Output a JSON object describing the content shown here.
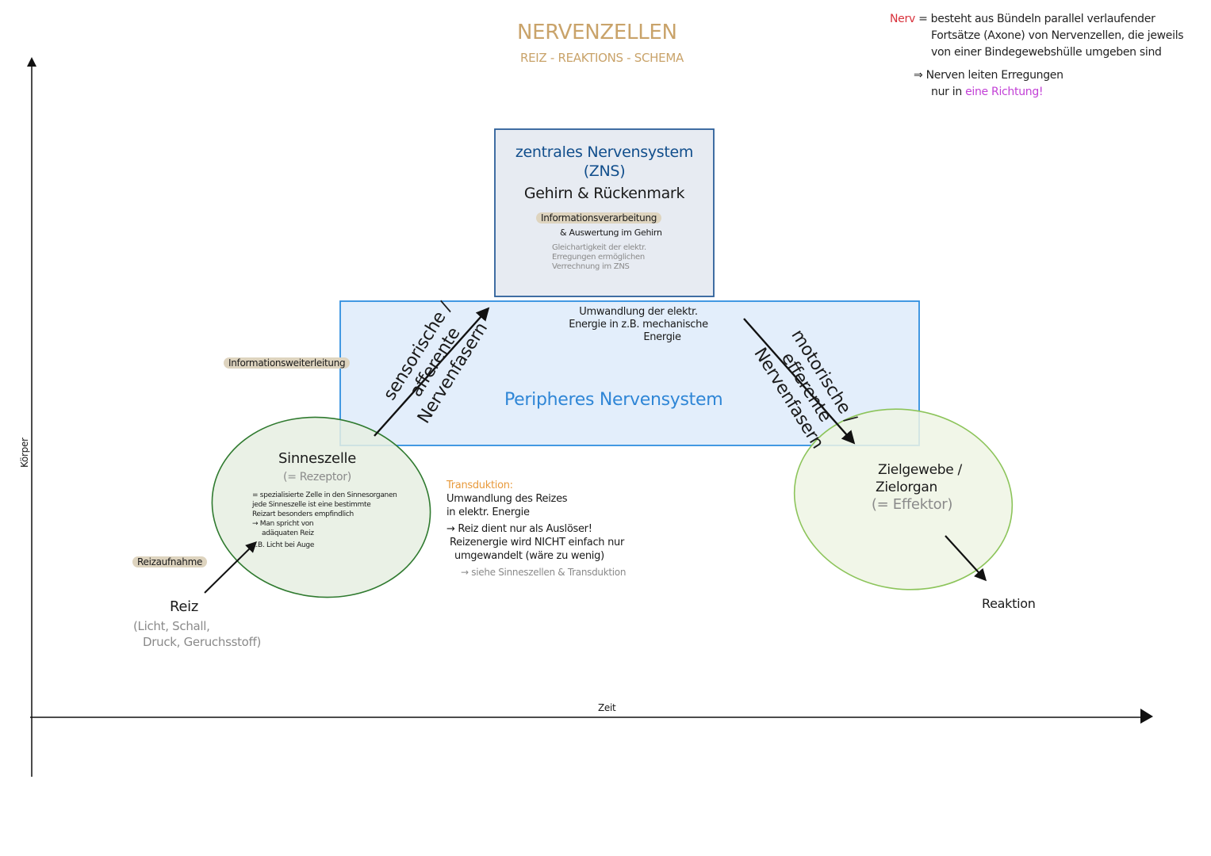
{
  "header": {
    "title": "NERVENZELLEN",
    "subtitle": "REIZ - REAKTIONS - SCHEMA"
  },
  "note": {
    "term": "Nerv",
    "line1": " = besteht aus Bündeln parallel verlaufender",
    "line2": "Fortsätze (Axone) von Nervenzellen, die jeweils",
    "line3": "von einer Bindegewebshülle umgeben sind",
    "line4": "⇒ Nerven leiten Erregungen",
    "line5_prefix": "nur in ",
    "line5_highlight": "eine Richtung!"
  },
  "axes": {
    "y_label": "Körper",
    "x_label": "Zeit"
  },
  "zns": {
    "title_line1": "zentrales Nervensystem",
    "title_line2": "(ZNS)",
    "subtitle": "Gehirn & Rückenmark",
    "highlight": "Informationsverarbeitung",
    "line": "& Auswertung im Gehirn",
    "grey1": "Gleichartigkeit der elektr.",
    "grey2": "Erregungen ermöglichen",
    "grey3": "Verrechnung im ZNS"
  },
  "pns": {
    "title": "Peripheres Nervensystem",
    "text1": "Umwandlung der elektr.",
    "text2": "Energie in z.B. mechanische",
    "text3": "Energie"
  },
  "afferent": {
    "line1": "sensorische /",
    "line2": "afferente",
    "line3": "Nervenfasern"
  },
  "efferent": {
    "line1": "motorische /",
    "line2": "efferente",
    "line3": "Nervenfasern"
  },
  "info_forward": "Informationsweiterleitung",
  "sinneszelle": {
    "title": "Sinneszelle",
    "sub": "(= Rezeptor)",
    "t1": "= spezialisierte Zelle in den Sinnesorganen",
    "t2": "jede Sinneszelle ist eine bestimmte",
    "t3": "Reizart besonders empfindlich",
    "t4": "→ Man spricht von",
    "t5": "adäquaten Reiz",
    "t6": "z.B. Licht bei Auge"
  },
  "reizaufnahme": "Reizaufnahme",
  "reiz": {
    "title": "Reiz",
    "l1": "(Licht, Schall,",
    "l2": "Druck, Geruchsstoff)"
  },
  "transduktion": {
    "title": "Transduktion:",
    "l1": "Umwandlung des Reizes",
    "l2": "in elektr. Energie",
    "l3": "→ Reiz dient nur als Auslöser!",
    "l4": "Reizenergie wird NICHT einfach nur",
    "l5": "umgewandelt (wäre zu wenig)",
    "l6": "→ siehe Sinneszellen & Transduktion"
  },
  "zielgewebe": {
    "l1": "Zielgewebe /",
    "l2": "Zielorgan",
    "l3": "(= Effektor)"
  },
  "reaktion": "Reaktion",
  "colors": {
    "title": "#c9a36a",
    "zns_fill": "#e7ebf2",
    "zns_border": "#2b5e99",
    "pns_fill": "#e3eefb",
    "pns_border": "#2f8ee0",
    "pns_text": "#2f86d6",
    "sinnes_fill": "#e6efe2",
    "sinnes_border": "#2f7a2f",
    "ziel_fill": "#eff5e4",
    "ziel_border": "#8cc45a",
    "highlight": "#ded4bf",
    "transduktion": "#e89a3c"
  }
}
